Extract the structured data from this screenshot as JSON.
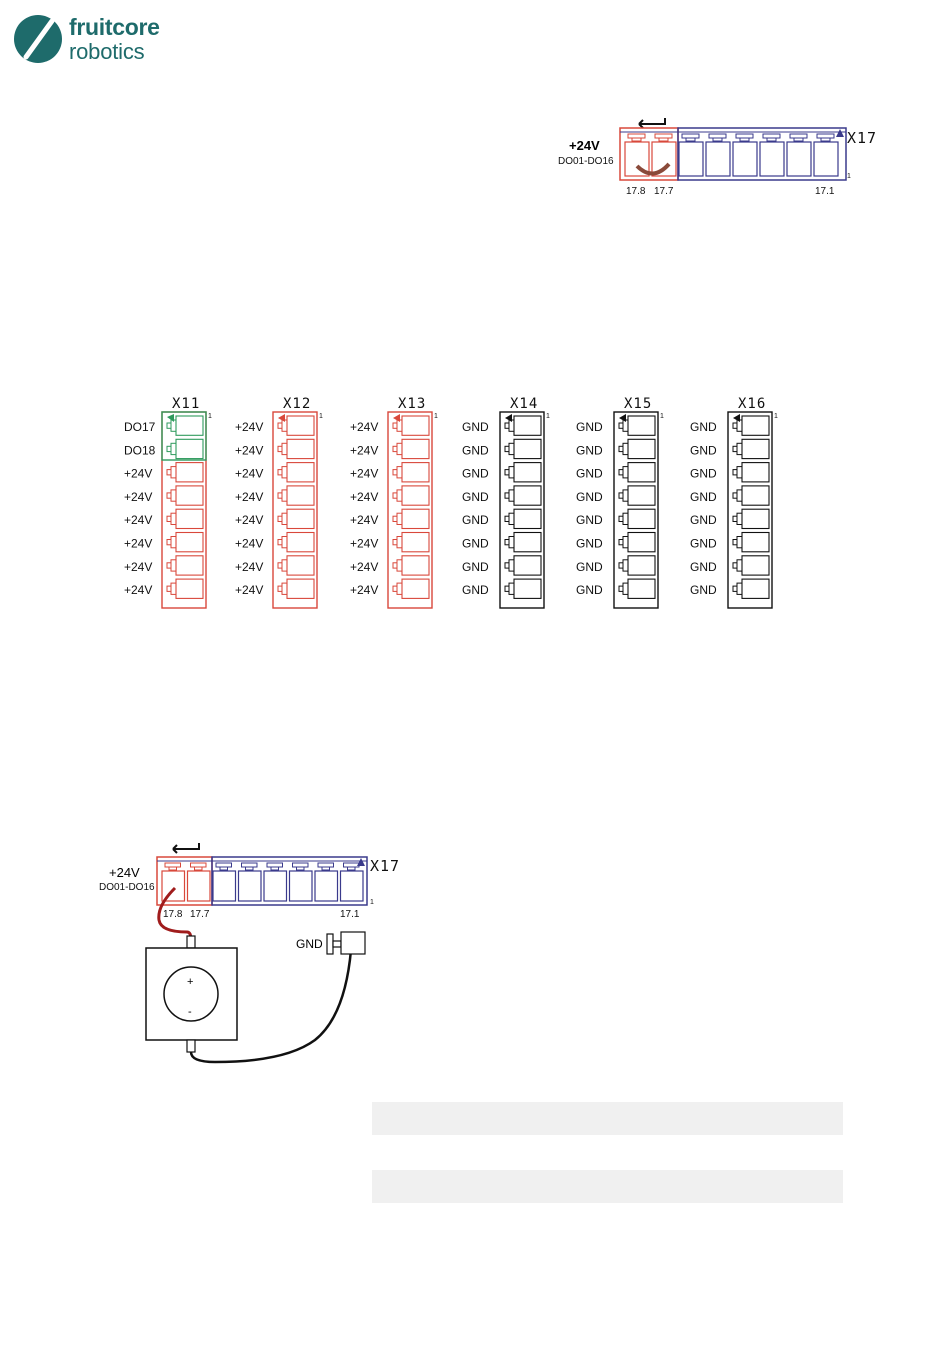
{
  "brand": {
    "line1": "fruitcore",
    "line2": "robotics",
    "color": "#1e6b6b"
  },
  "colors": {
    "red": "#d9483b",
    "blue": "#3a3a8c",
    "green": "#2e9a5c",
    "black": "#111111",
    "wire_red": "#a01c1c",
    "bridge": "#8a4a3a"
  },
  "x17_top": {
    "name": "X17",
    "label_voltage": "+24V",
    "label_range": "DO01-DO16",
    "pin_left": "17.8",
    "pin_mid": "17.7",
    "pin_right": "17.1",
    "pin1": "1"
  },
  "blocks": [
    {
      "name": "X11",
      "pin1": "1",
      "labels": [
        "DO17",
        "DO18",
        "+24V",
        "+24V",
        "+24V",
        "+24V",
        "+24V",
        "+24V"
      ]
    },
    {
      "name": "X12",
      "pin1": "1",
      "labels": [
        "+24V",
        "+24V",
        "+24V",
        "+24V",
        "+24V",
        "+24V",
        "+24V",
        "+24V"
      ]
    },
    {
      "name": "X13",
      "pin1": "1",
      "labels": [
        "+24V",
        "+24V",
        "+24V",
        "+24V",
        "+24V",
        "+24V",
        "+24V",
        "+24V"
      ]
    },
    {
      "name": "X14",
      "pin1": "1",
      "labels": [
        "GND",
        "GND",
        "GND",
        "GND",
        "GND",
        "GND",
        "GND",
        "GND"
      ]
    },
    {
      "name": "X15",
      "pin1": "1",
      "labels": [
        "GND",
        "GND",
        "GND",
        "GND",
        "GND",
        "GND",
        "GND",
        "GND"
      ]
    },
    {
      "name": "X16",
      "pin1": "1",
      "labels": [
        "GND",
        "GND",
        "GND",
        "GND",
        "GND",
        "GND",
        "GND",
        "GND"
      ]
    }
  ],
  "x17_bottom": {
    "name": "X17",
    "label_voltage": "+24V",
    "label_range": "DO01-DO16",
    "pin_left": "17.8",
    "pin_mid": "17.7",
    "pin_right": "17.1",
    "pin1": "1",
    "gnd_label": "GND",
    "plus": "+",
    "minus": "-"
  }
}
